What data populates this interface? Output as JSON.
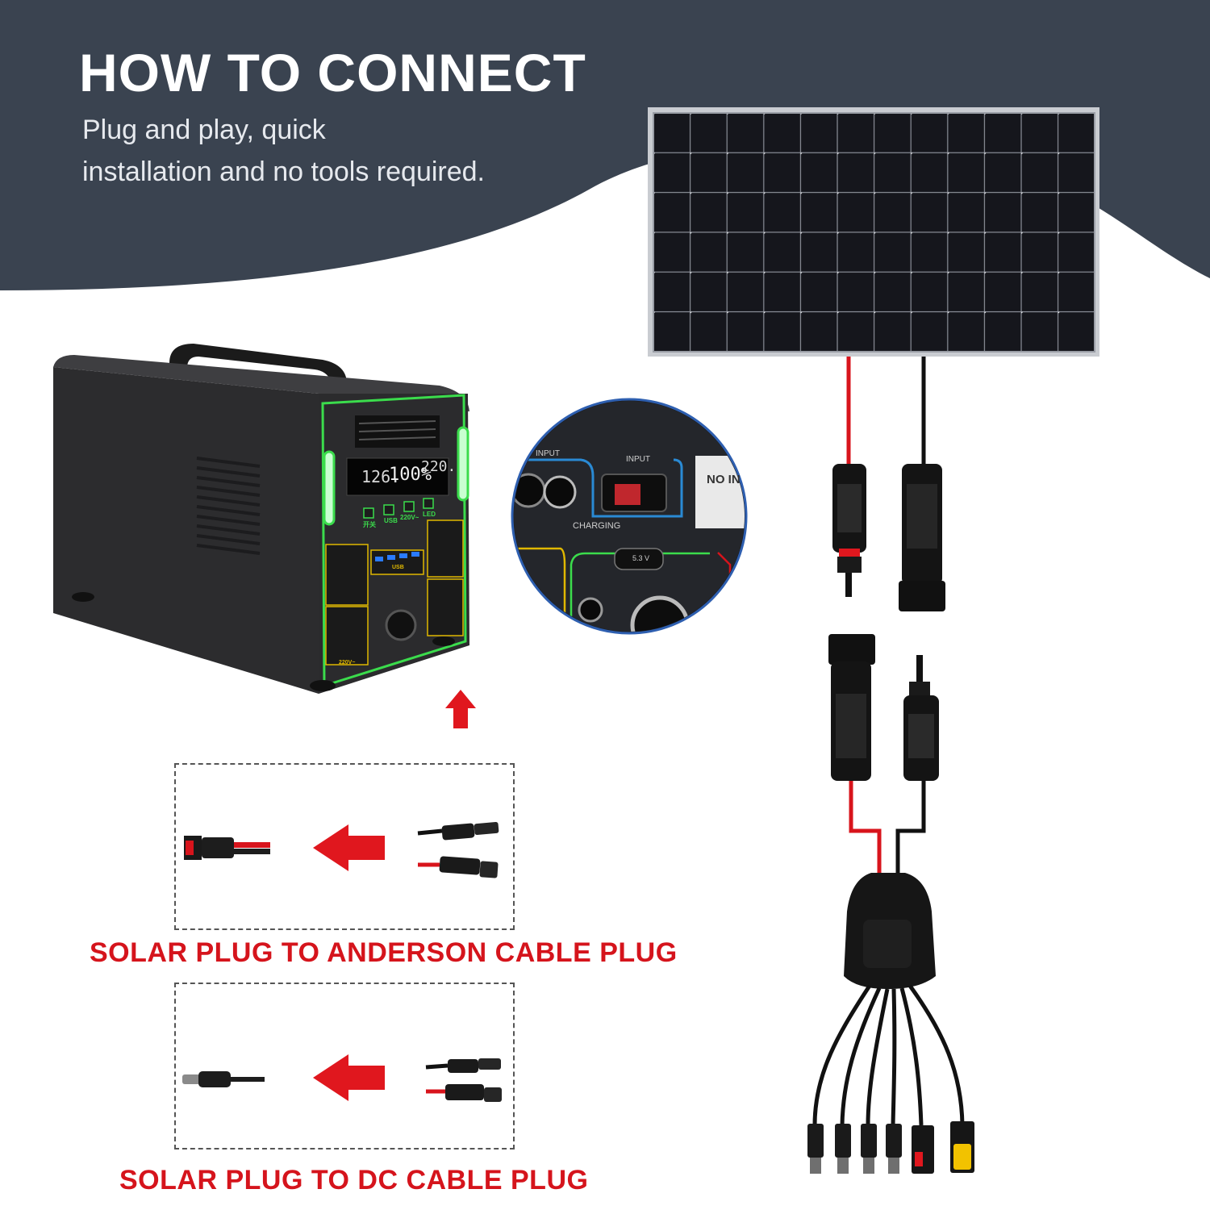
{
  "header": {
    "title": "HOW TO CONNECT",
    "subtitle_line1": "Plug and play, quick",
    "subtitle_line2": "installation and no tools required."
  },
  "power_station": {
    "display_left": "126.",
    "display_middle": "100%",
    "display_right": "220.",
    "buttons": [
      "开关",
      "USB",
      "220V~",
      "LED"
    ],
    "usb_label": "USB",
    "outlet_label": "220V~"
  },
  "zoom": {
    "input_label_1": "INPUT",
    "input_label_2": "INPUT",
    "charging_label": "CHARGING",
    "voltage_label": "5.3 V",
    "card_text": "NO IN"
  },
  "captions": {
    "anderson": "SOLAR PLUG TO ANDERSON CABLE PLUG",
    "dc": "SOLAR PLUG TO DC CABLE PLUG"
  },
  "colors": {
    "header_bg": "#3a4350",
    "caption_red": "#d5141c",
    "arrow_red": "#e0171e",
    "accent_green": "#3bdc4c"
  }
}
